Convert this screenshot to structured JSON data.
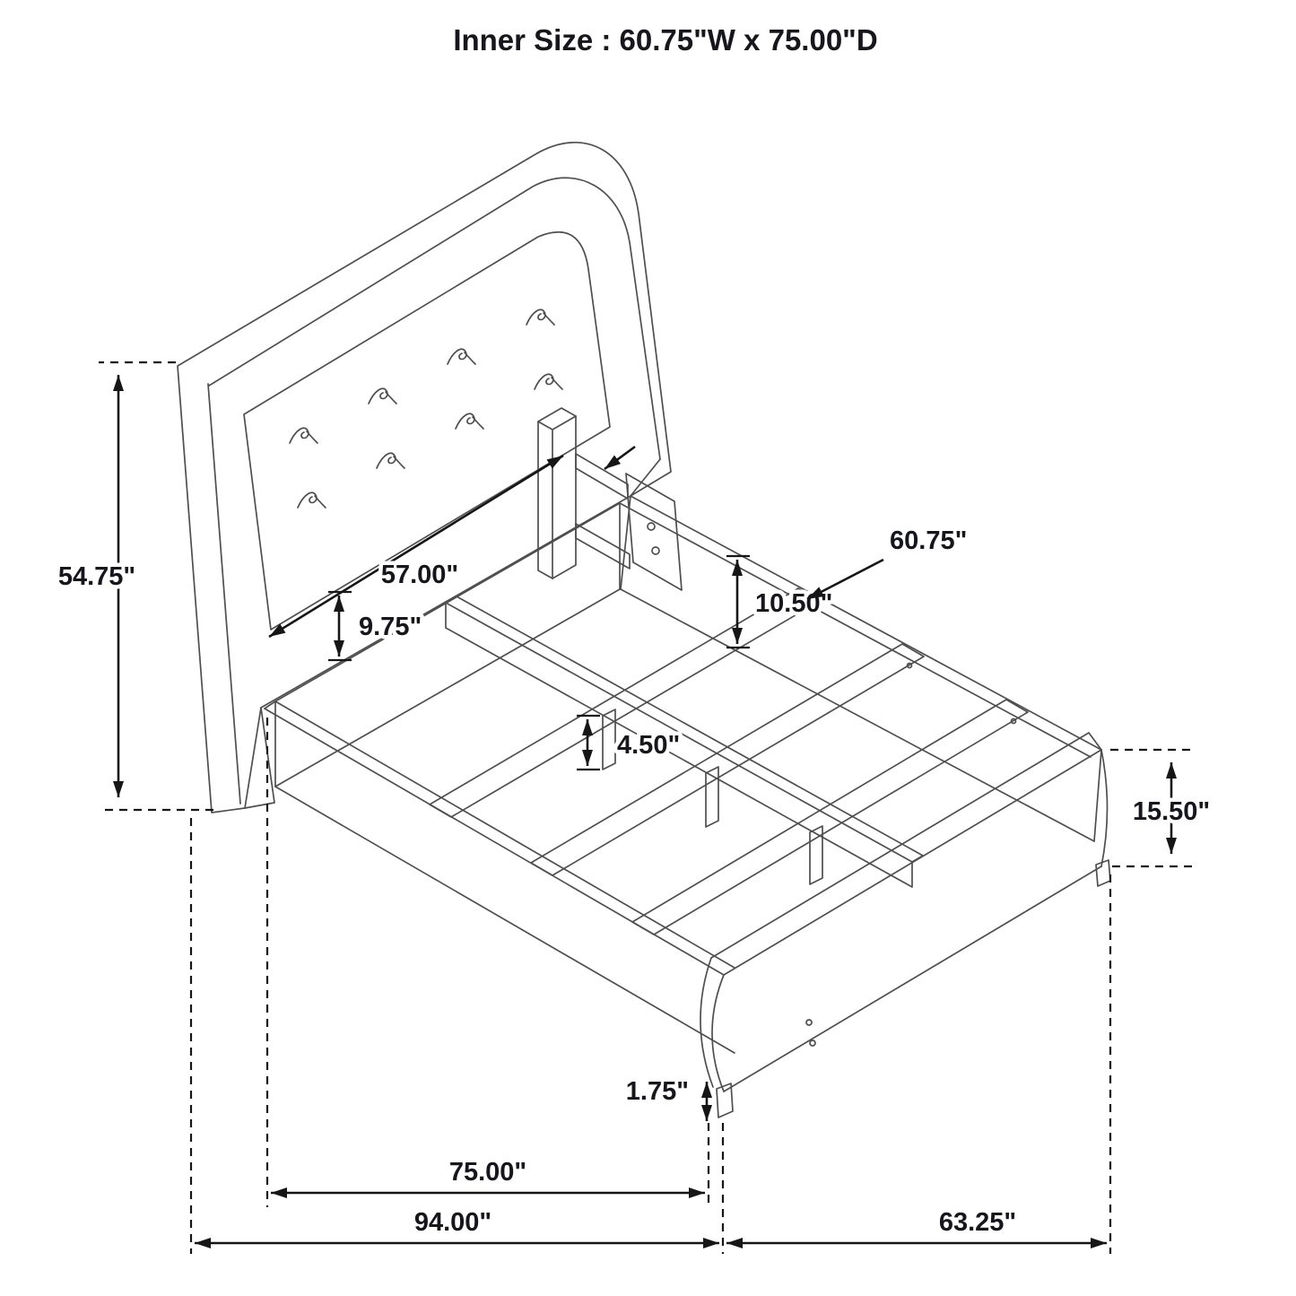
{
  "title": "Inner Size : 60.75\"W x 75.00\"D",
  "dimensions": {
    "headboard_height": "54.75\"",
    "headboard_inner_width": "57.00\"",
    "headboard_bottom_offset": "9.75\"",
    "side_rail_height": "10.50\"",
    "slat_width": "60.75\"",
    "support_leg_height": "4.50\"",
    "footboard_height": "15.50\"",
    "foot_leg_height": "1.75\"",
    "inner_depth": "75.00\"",
    "overall_depth": "94.00\"",
    "overall_width": "63.25\""
  },
  "colors": {
    "background": "#ffffff",
    "drawing_line": "#4f4f4f",
    "dimension_line": "#161616",
    "text": "#16161d"
  }
}
